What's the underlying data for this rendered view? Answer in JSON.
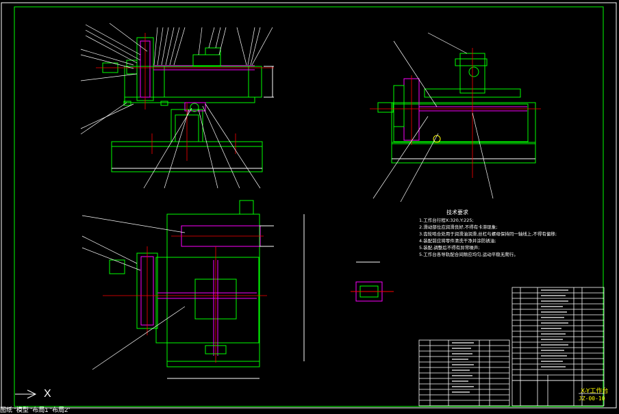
{
  "technical_requirements": {
    "title": "技术要求",
    "items": [
      "1.工作台行程X:320,Y:225;",
      "2.滑动部位应润滑良好,不得有卡滞现象;",
      "3.齿轮啮合处用于润滑油润滑,丝杠与螺母保持同一轴线上,不得有偏移;",
      "4.装配前应将零件清洗干净并涂防锈油;",
      "5.装配,调整后不得有异常噪声;",
      "5.工作台各导轨配合间隙应均匀,运动平稳无爬行。"
    ]
  },
  "title_block": {
    "drawing_title": "X-Y工作台",
    "drawing_number": "JZ-00-10"
  },
  "ucs": {
    "x_label": "X"
  },
  "status_bar": {
    "text": "图纸 \"模型 \"布局1 \"布局2\""
  },
  "colors": {
    "background": "#000000",
    "outline": "#00ff00",
    "text": "#ffffff",
    "centerline": "#ff0000",
    "hatch": "#ff00ff",
    "highlight": "#ffff00"
  }
}
